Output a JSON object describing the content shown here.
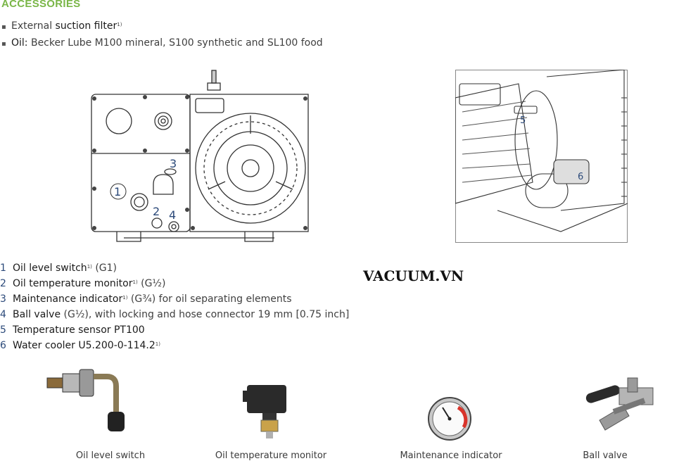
{
  "accessories": {
    "heading": "ACCESSORIES",
    "items": [
      {
        "pre": "External ",
        "term": "suction filter",
        "sup": "1)",
        "post": ""
      },
      {
        "pre": "",
        "term": "Oil:",
        "sup": "",
        "post": " Becker Lube M100 mineral, S100 synthetic and SL100 food"
      }
    ]
  },
  "diagram_left": {
    "callouts": [
      "1",
      "2",
      "3",
      "4"
    ]
  },
  "diagram_right": {
    "callouts": [
      "5",
      "6"
    ]
  },
  "legend": [
    {
      "num": "1",
      "term": "Oil level switch",
      "sup": "1)",
      "post": " (G1)"
    },
    {
      "num": "2",
      "term": "Oil temperature monitor",
      "sup": "1)",
      "post": " (G½)"
    },
    {
      "num": "3",
      "term": "Maintenance indicator",
      "sup": "1)",
      "post": " (G¾) for oil separating elements"
    },
    {
      "num": "4",
      "term": "Ball valve",
      "sup": "",
      "post": " (G½), with locking and hose connector 19 mm [0.75 inch]"
    },
    {
      "num": "5",
      "term": "Temperature sensor PT100",
      "sup": "",
      "post": ""
    },
    {
      "num": "6",
      "term": "Water cooler U5.200-0-114.2",
      "sup": "1)",
      "post": ""
    }
  ],
  "watermark": "VACUUM.VN",
  "products": [
    {
      "caption": "Oil level switch",
      "icon": "oil-level-switch-icon"
    },
    {
      "caption": "Oil temperature monitor",
      "icon": "oil-temperature-monitor-icon"
    },
    {
      "caption": "Maintenance indicator",
      "icon": "maintenance-indicator-gauge-icon"
    },
    {
      "caption": "Ball valve",
      "icon": "ball-valve-icon"
    }
  ],
  "colors": {
    "heading": "#7ab648",
    "callout_numbers": "#2c4a7a",
    "gauge_red": "#d9342b"
  }
}
